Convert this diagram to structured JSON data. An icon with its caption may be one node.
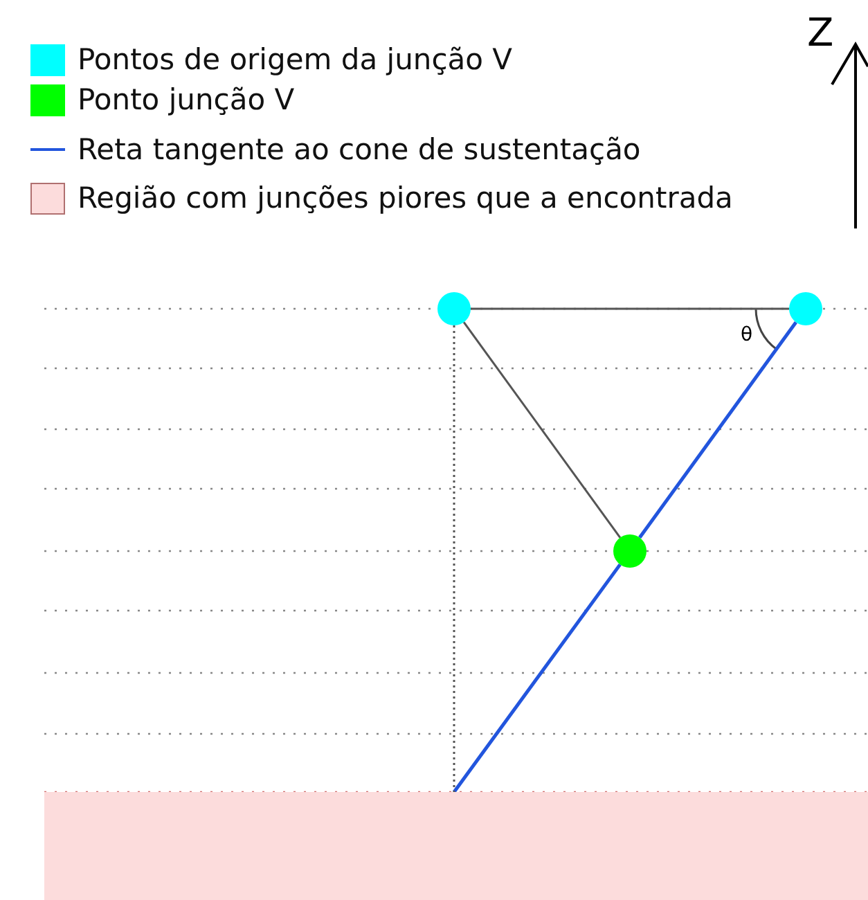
{
  "diagram": {
    "nodes": [
      {
        "text": [],
        "shape": "circle"
      },
      {
        "text": [],
        "shape": "circle"
      },
      {
        "text": [],
        "shape": "circle"
      },
      {
        "text": [],
        "shape": "band"
      }
    ],
    "edges": [
      {
        "from": 0,
        "to": 1,
        "arrow": "none"
      },
      {
        "from": 0,
        "to": 2,
        "arrow": "none"
      },
      {
        "from": 1,
        "to": 2,
        "arrow": "none",
        "color": "#2255dd"
      },
      {
        "from": 2,
        "to": 3,
        "arrow": "none",
        "color": "#2255dd"
      },
      {
        "from": 0,
        "to": 3,
        "arrow": "none",
        "style": "dashed"
      }
    ],
    "labels": [
      "Z",
      "θ"
    ],
    "legend": [
      {
        "text": "Pontos de origem da junção V",
        "color": "#00ffff"
      },
      {
        "text": "Ponto junção V",
        "color": "#00ff00"
      },
      {
        "text": "Reta tangente ao cone de sustentação"
      },
      {
        "text": "Região com junções piores que a encontrada",
        "color": "#fcdcdc"
      }
    ]
  }
}
